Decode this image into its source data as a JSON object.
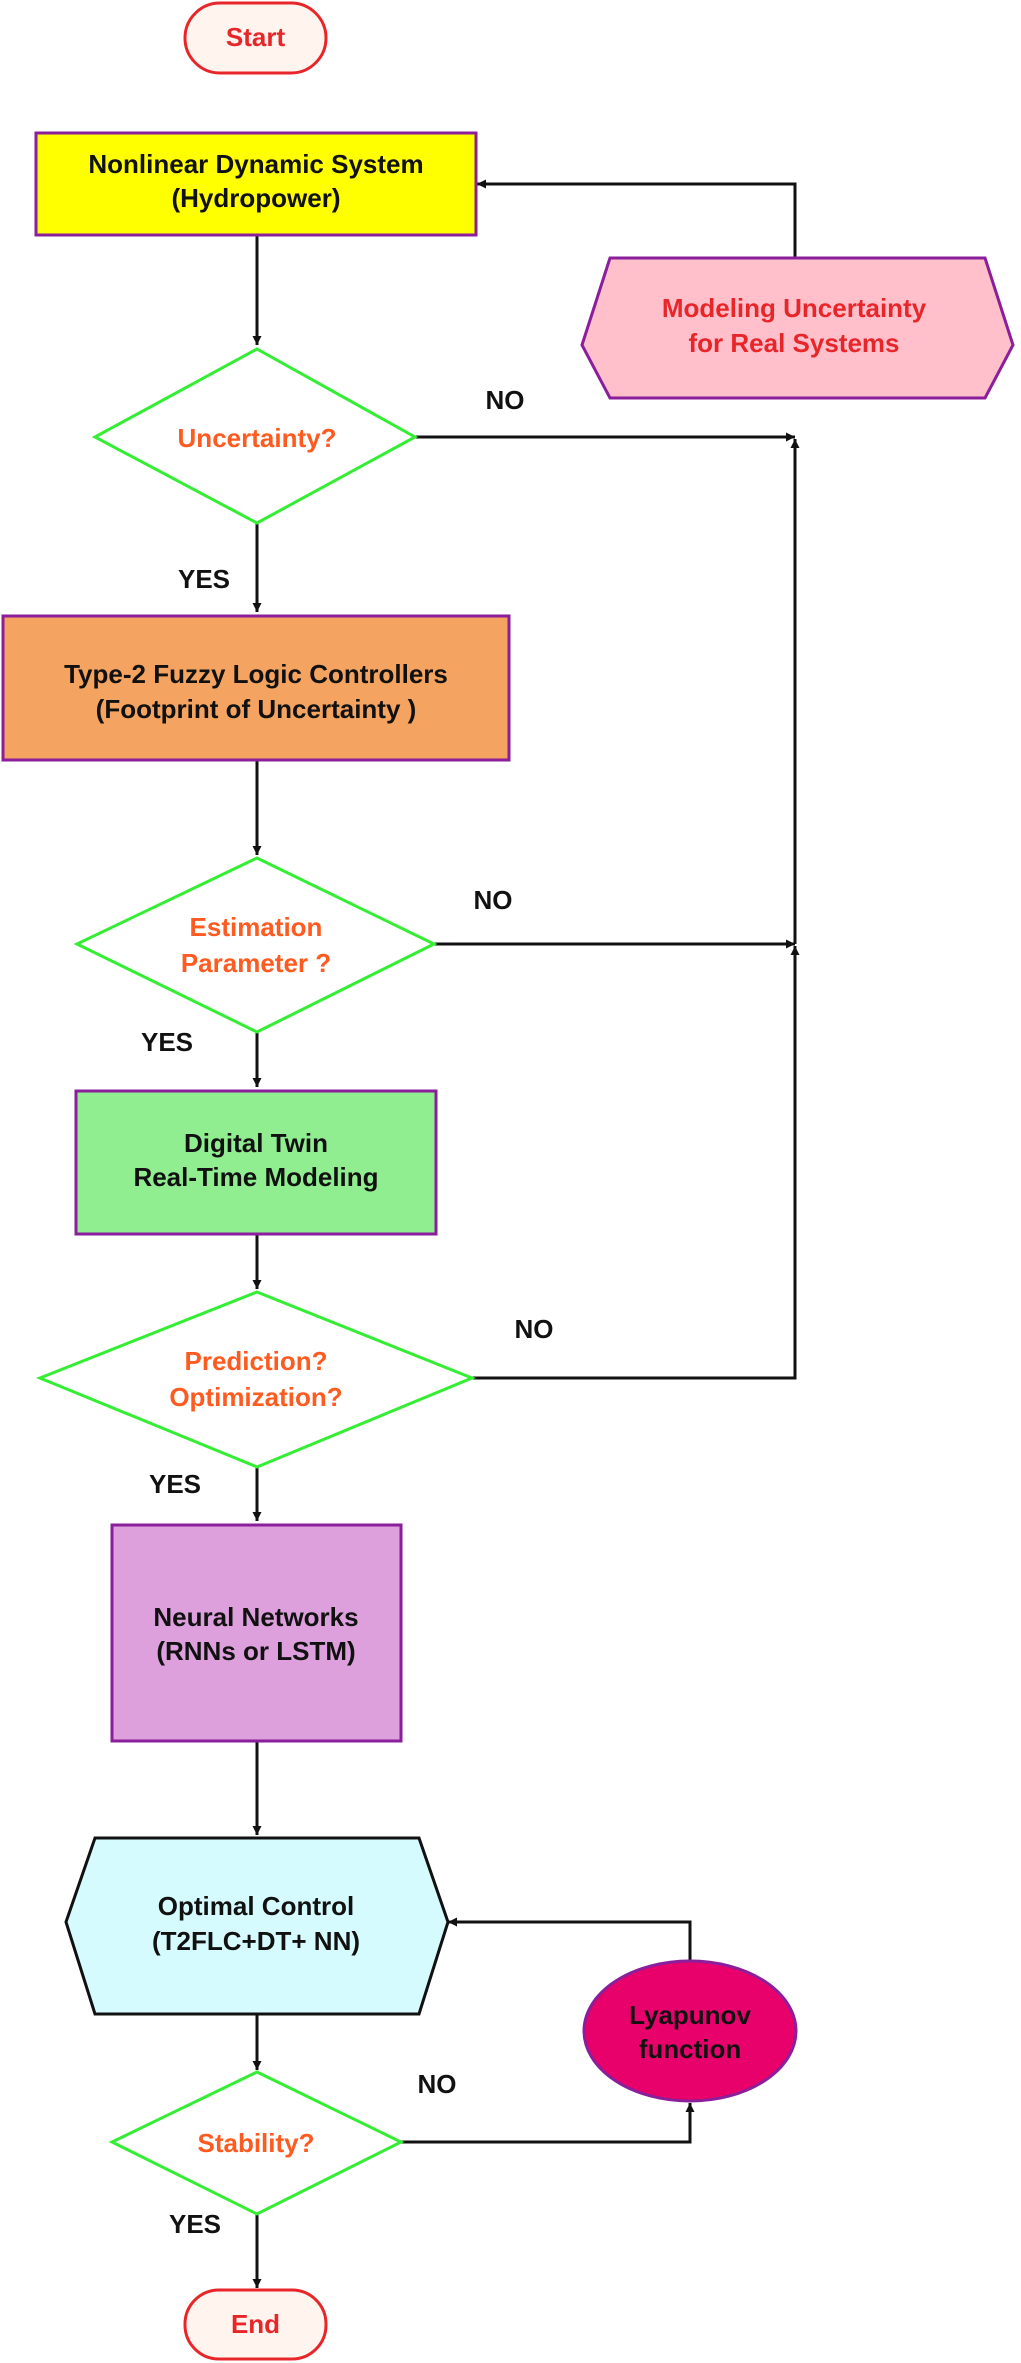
{
  "nodes": {
    "start": {
      "label": "Start"
    },
    "system": {
      "line1": "Nonlinear Dynamic System",
      "line2": "(Hydropower)"
    },
    "modeling": {
      "line1": "Modeling Uncertainty",
      "line2": "for Real Systems"
    },
    "uncertainty": {
      "label": "Uncertainty?"
    },
    "t2flc": {
      "line1": "Type-2 Fuzzy Logic Controllers",
      "line2": "(Footprint of Uncertainty )"
    },
    "estimation": {
      "line1": "Estimation",
      "line2": "Parameter ?"
    },
    "digital_twin": {
      "line1": "Digital Twin",
      "line2": "Real-Time Modeling"
    },
    "prediction": {
      "line1": "Prediction?",
      "line2": "Optimization?"
    },
    "neural": {
      "line1": "Neural Networks",
      "line2": "(RNNs or LSTM)"
    },
    "optimal": {
      "line1": "Optimal Control",
      "line2": "(T2FLC+DT+ NN)"
    },
    "lyapunov": {
      "line1": "Lyapunov",
      "line2": "function"
    },
    "stability": {
      "label": "Stability?"
    },
    "end": {
      "label": "End"
    }
  },
  "edge_labels": {
    "no_uncertainty": "NO",
    "yes_uncertainty": "YES",
    "no_estimation": "NO",
    "yes_estimation": "YES",
    "no_prediction": "NO",
    "yes_prediction": "YES",
    "no_stability": "NO",
    "yes_stability": "YES"
  },
  "colors": {
    "terminal_fill": "#fff5ee",
    "terminal_stroke": "#e8262a",
    "terminal_text": "#e8262a",
    "system_fill": "#ffff00",
    "t2flc_fill": "#f4a460",
    "digital_twin_fill": "#90ee90",
    "neural_fill": "#dda0dd",
    "optimal_fill": "#d6fbff",
    "modeling_fill": "#ffc0cb",
    "modeling_text": "#e8262a",
    "lyapunov_fill": "#e8006b",
    "box_stroke": "#8b1e9b",
    "decision_stroke": "#33ee33",
    "decision_text": "#ff5a1f",
    "arrow": "#111111"
  }
}
